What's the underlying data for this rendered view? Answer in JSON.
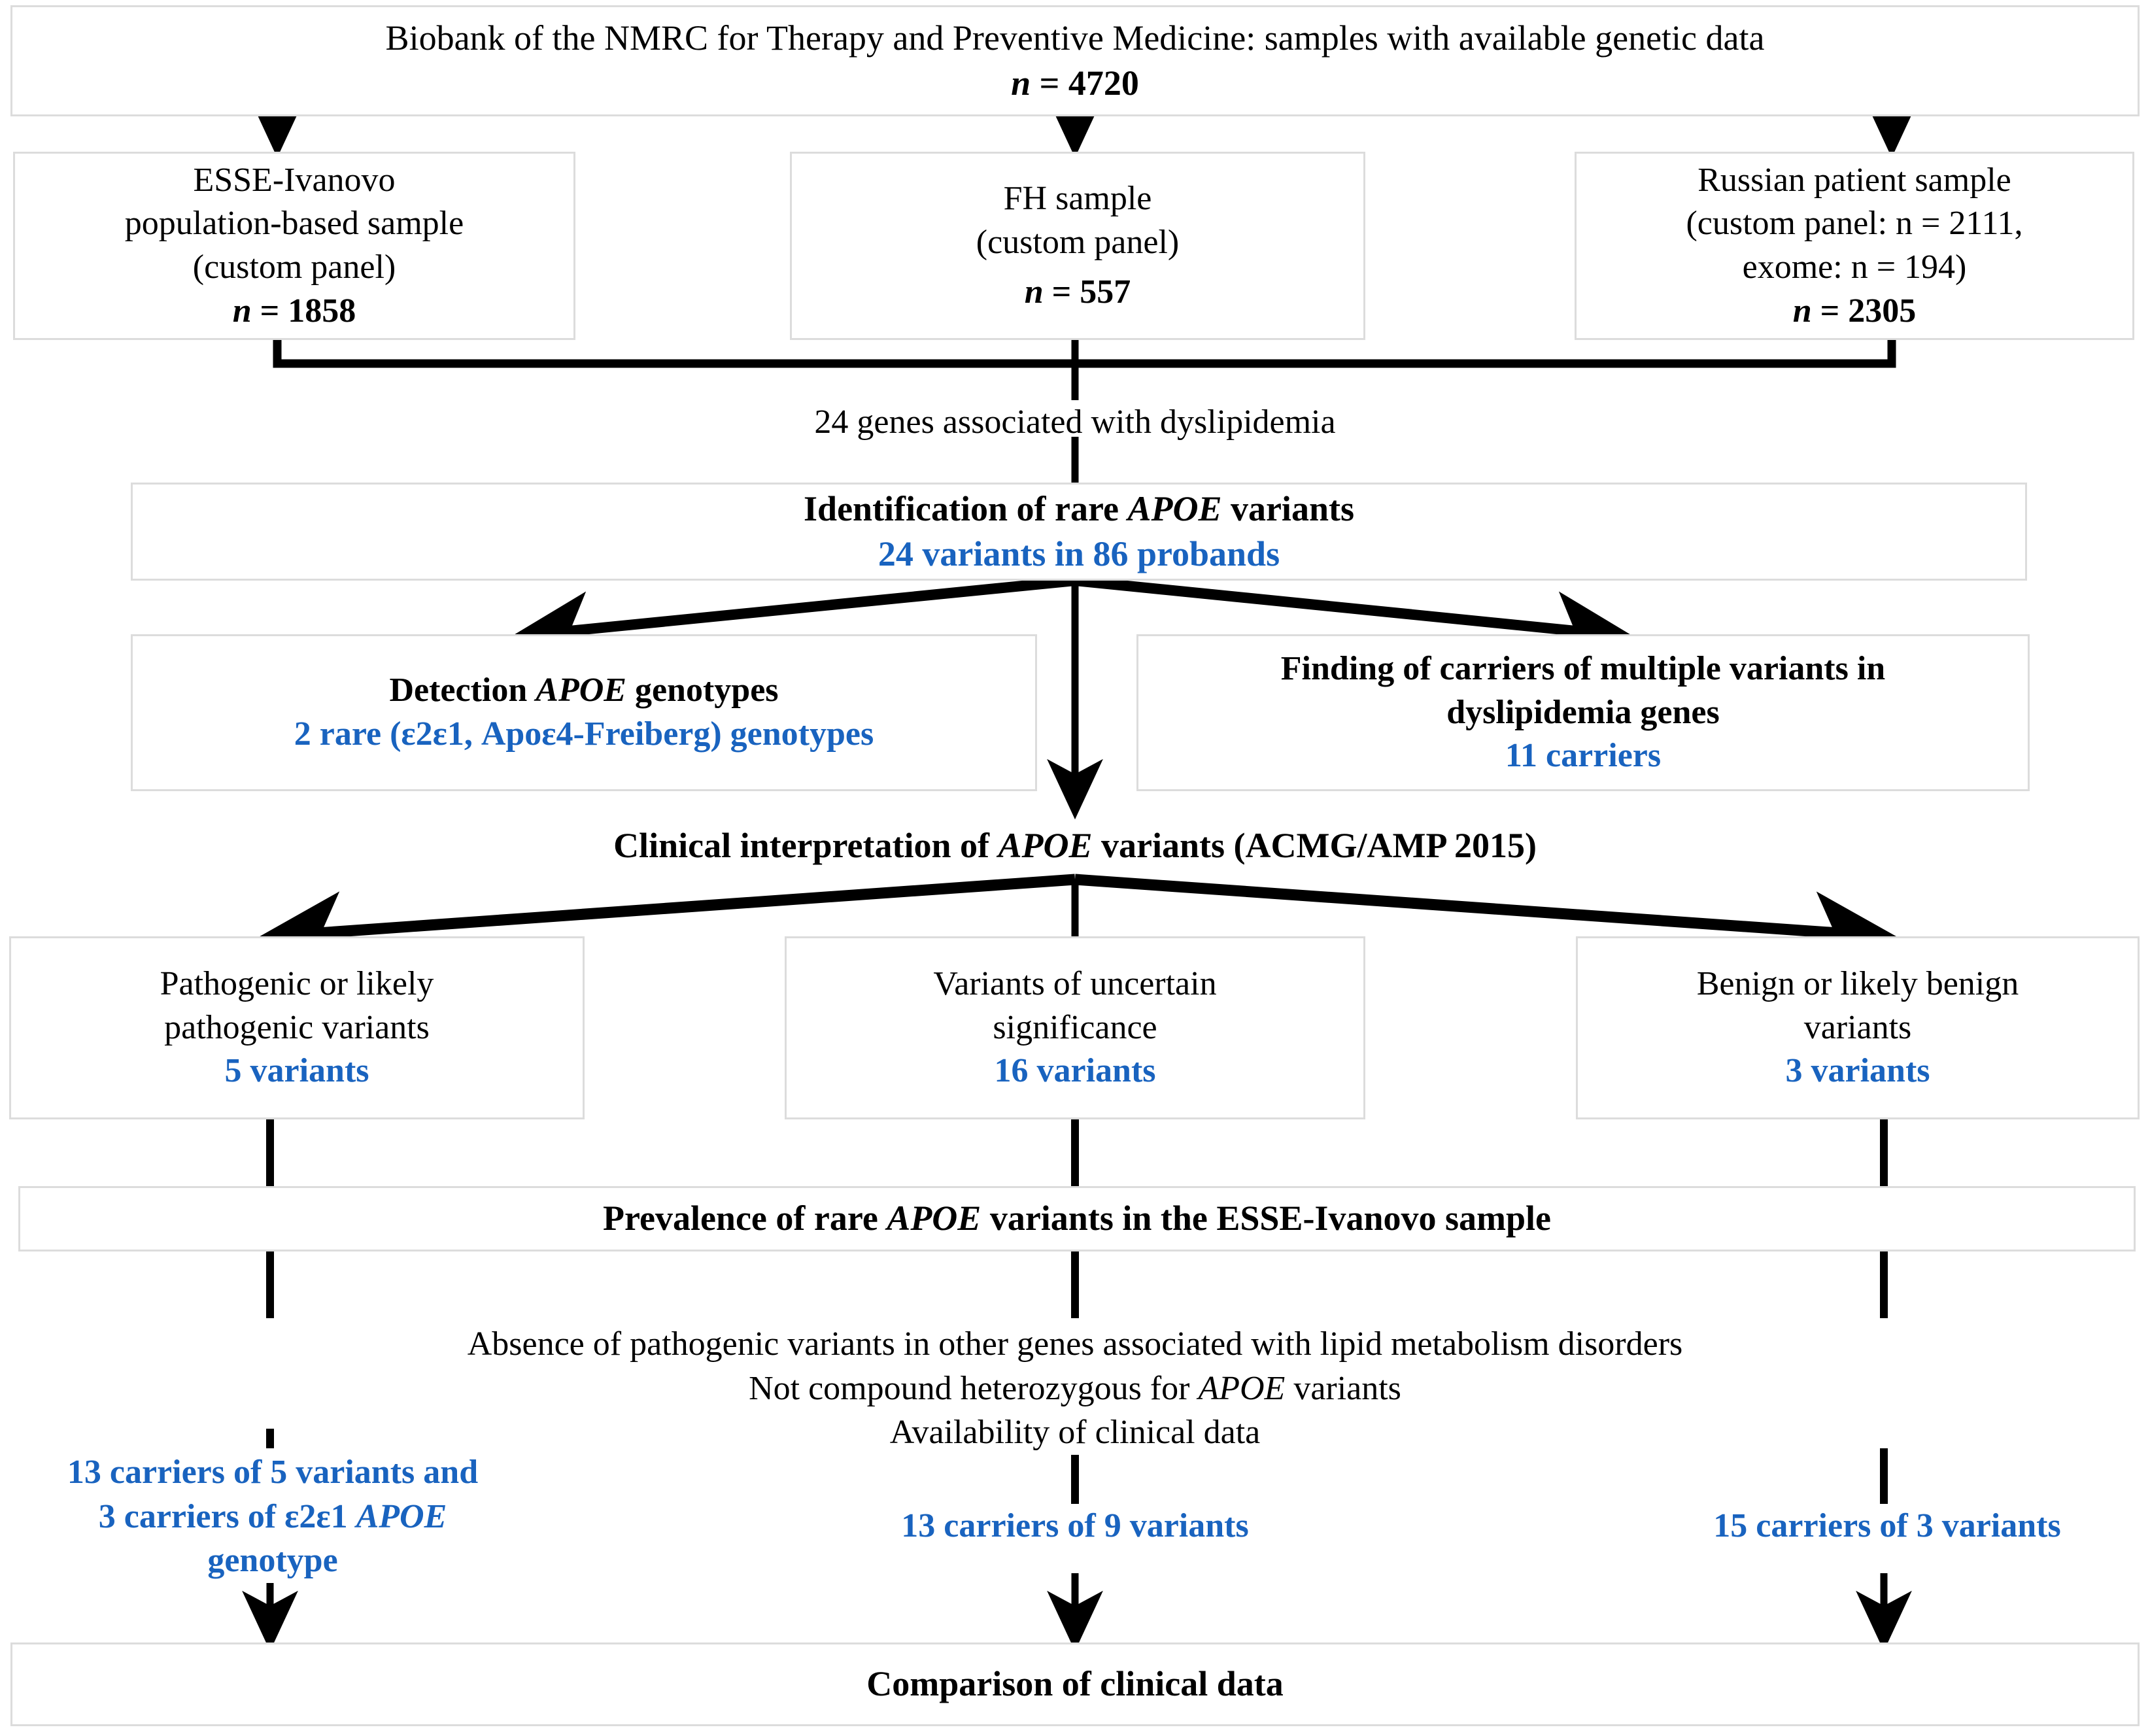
{
  "colors": {
    "accent_blue": "#1963bf",
    "box_border": "#dcdcdc",
    "line_black": "#000000",
    "background": "#ffffff"
  },
  "flowchart": {
    "type": "flowchart",
    "title": "Study workflow for identification of rare APOE variants",
    "nodes": {
      "biobank": {
        "line1": "Biobank of the NMRC for Therapy and Preventive Medicine: samples with available genetic data",
        "line2_prefix": "n",
        "line2_value": " = 4720"
      },
      "esse": {
        "line1": "ESSE-Ivanovo",
        "line2": "population-based sample",
        "line3": "(custom panel)",
        "line4_prefix": "n",
        "line4_value": " = 1858"
      },
      "fh": {
        "line1": "FH sample",
        "line2": "(custom panel)",
        "line3_prefix": "n",
        "line3_value": " = 557"
      },
      "russian": {
        "line1": "Russian patient sample",
        "line2": "(custom panel: n = 2111,",
        "line3": "exome: n = 194)",
        "line4_prefix": "n",
        "line4_value": " = 2305"
      },
      "genes_label": "24 genes associated with dyslipidemia",
      "identification": {
        "title_pre": "Identification of rare ",
        "title_gene": "APOE",
        "title_post": " variants",
        "sub": "24 variants in 86 probands"
      },
      "genotypes": {
        "title_pre": "Detection ",
        "title_gene": "APOE",
        "title_post": " genotypes",
        "sub": "2 rare (ε2ε1, Apoε4-Freiberg) genotypes"
      },
      "multiple_carriers": {
        "title_line1": "Finding of carriers of multiple variants in",
        "title_line2": "dyslipidemia genes",
        "sub": "11 carriers"
      },
      "clinical_interpretation": {
        "pre": "Clinical interpretation of ",
        "gene": "APOE",
        "post": " variants (ACMG/AMP 2015)"
      },
      "pathogenic": {
        "line1": "Pathogenic or likely",
        "line2": "pathogenic variants",
        "sub": "5 variants"
      },
      "vus": {
        "line1": "Variants of uncertain",
        "line2": "significance",
        "sub": "16 variants"
      },
      "benign": {
        "line1": "Benign or likely benign",
        "line2": "variants",
        "sub": "3 variants"
      },
      "prevalence": {
        "pre": "Prevalence of rare ",
        "gene": "APOE",
        "post": " variants in the ESSE-Ivanovo sample"
      },
      "criteria": {
        "line1": "Absence of pathogenic variants in other genes associated with lipid metabolism disorders",
        "line2_pre": "Not compound heterozygous for ",
        "line2_gene": "APOE",
        "line2_post": " variants",
        "line3": "Availability of clinical data"
      },
      "result_left": {
        "line1": "13 carriers of 5 variants and",
        "line2_pre": "3 carriers of ε2ε1 ",
        "line2_gene": "APOE",
        "line3": "genotype"
      },
      "result_middle": "13 carriers of 9 variants",
      "result_right": "15 carriers of 3 variants",
      "comparison": "Comparison of clinical data"
    }
  }
}
